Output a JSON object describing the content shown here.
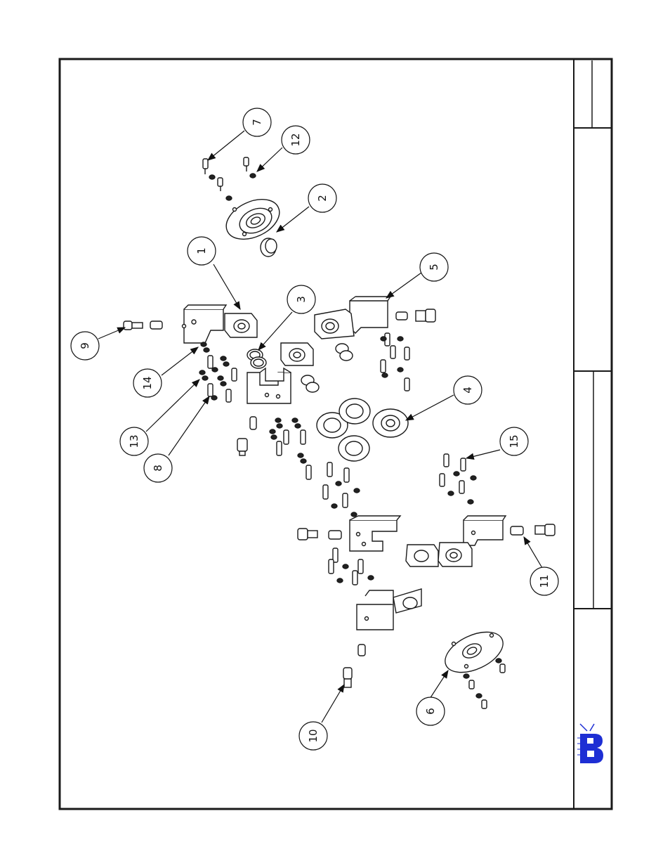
{
  "drawing": {
    "type": "exploded assembly view",
    "orientation": "rotated 90 degrees (landscape sheet)",
    "line_color": "#1a1a1a",
    "logo_color": "#1e2fd4",
    "logo_letter": "B"
  },
  "balloons": [
    {
      "id": "b1",
      "label": "1"
    },
    {
      "id": "b2",
      "label": "2"
    },
    {
      "id": "b3",
      "label": "3"
    },
    {
      "id": "b4",
      "label": "4"
    },
    {
      "id": "b5",
      "label": "5"
    },
    {
      "id": "b6",
      "label": "6"
    },
    {
      "id": "b7",
      "label": "7"
    },
    {
      "id": "b8",
      "label": "8"
    },
    {
      "id": "b9",
      "label": "9"
    },
    {
      "id": "b10",
      "label": "10"
    },
    {
      "id": "b11",
      "label": "11"
    },
    {
      "id": "b12",
      "label": "12"
    },
    {
      "id": "b13",
      "label": "13"
    },
    {
      "id": "b14",
      "label": "14"
    },
    {
      "id": "b15",
      "label": "15"
    }
  ]
}
